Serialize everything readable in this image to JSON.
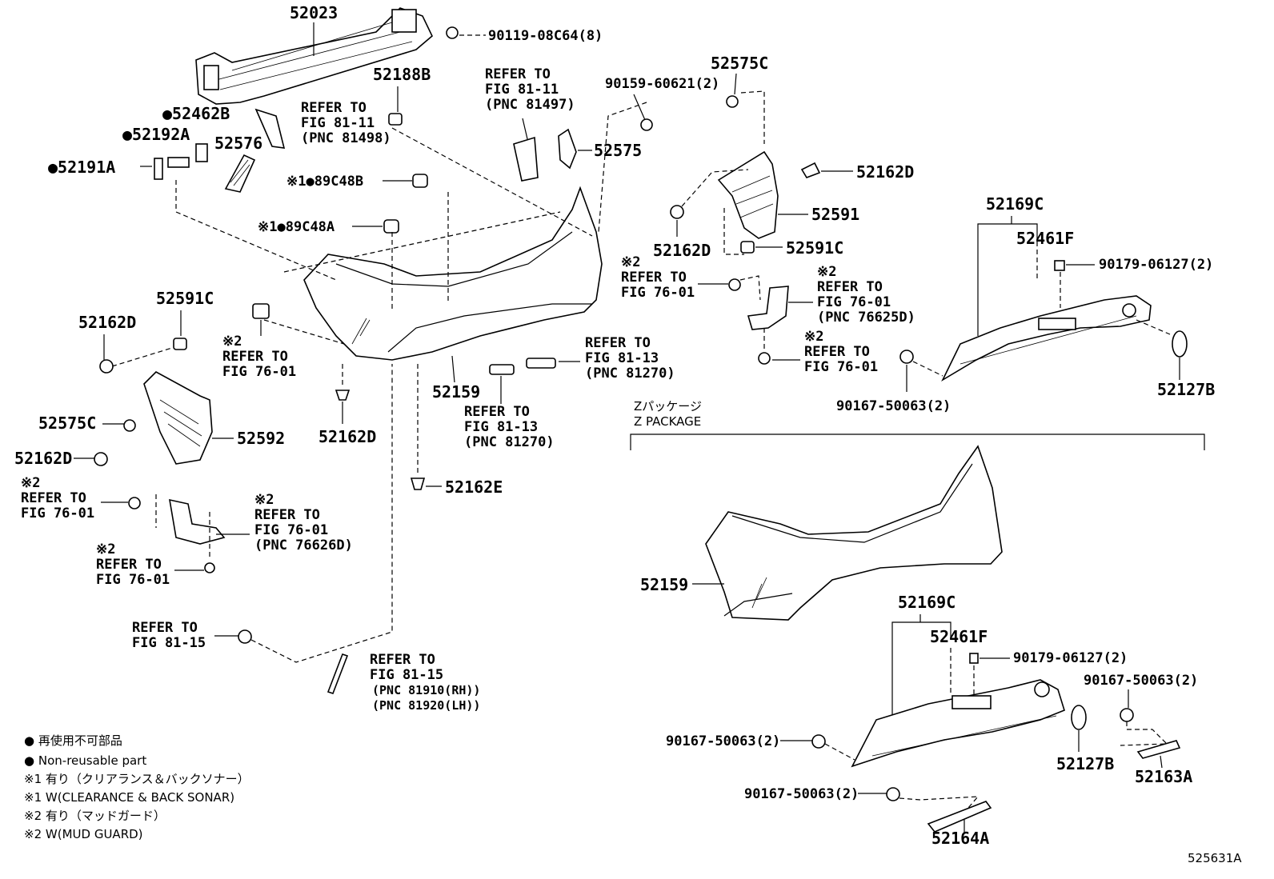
{
  "labels": {
    "p52023": "52023",
    "p90119": "90119-08C64(8)",
    "p52188B": "52188B",
    "p52462B": "52462B",
    "p52192A": "52192A",
    "p52191A": "52191A",
    "p52576": "52576",
    "ref_fig81_11_a": [
      "REFER TO",
      "FIG 81-11",
      "(PNC 81498)"
    ],
    "ref_fig81_11_b": [
      "REFER TO",
      "FIG 81-11",
      "(PNC 81497)"
    ],
    "p52575": "52575",
    "p90159": "90159-60621(2)",
    "p52575C_top": "52575C",
    "p89C48B": "89C48B",
    "p89C48A": "89C48A",
    "mark_x1": "※1",
    "p52162D_r1": "52162D",
    "p52591": "52591",
    "p52162D_r2": "52162D",
    "p52591C_r": "52591C",
    "ref_76_01_r1": [
      "REFER TO",
      "FIG 76-01"
    ],
    "ref_76_01_r2": [
      "REFER TO",
      "FIG 76-01",
      "(PNC 76625D)"
    ],
    "ref_76_01_r3": [
      "REFER TO",
      "FIG 76-01"
    ],
    "mark_x2": "※2",
    "p52169C_a": "52169C",
    "p52461F_a": "52461F",
    "p90179_a": "90179-06127(2)",
    "p52127B_a": "52127B",
    "p90167_a": "90167-50063(2)",
    "p52591C_l": "52591C",
    "p52162D_l1": "52162D",
    "ref_76_01_l1": [
      "REFER TO",
      "FIG 76-01"
    ],
    "p52162D_c": "52162D",
    "p52159_a": "52159",
    "ref_81_13_a": [
      "REFER TO",
      "FIG 81-13",
      "(PNC 81270)"
    ],
    "ref_81_13_b": [
      "REFER TO",
      "FIG 81-13",
      "(PNC 81270)"
    ],
    "p52575C_l": "52575C",
    "p52592": "52592",
    "p52162D_l2": "52162D",
    "p52162E": "52162E",
    "ref_76_01_l2": [
      "REFER TO",
      "FIG 76-01"
    ],
    "ref_76_01_l3": [
      "REFER TO",
      "FIG 76-01",
      "(PNC 76626D)"
    ],
    "ref_76_01_l4": [
      "REFER TO",
      "FIG 76-01"
    ],
    "ref_81_15_a": [
      "REFER TO",
      "FIG 81-15"
    ],
    "ref_81_15_b": [
      "REFER TO",
      "FIG 81-15",
      "(PNC 81910(RH))",
      "(PNC 81920(LH))"
    ],
    "zpkg_jp": "Zパッケージ",
    "zpkg_en": "Z PACKAGE",
    "p52159_b": "52159",
    "p52169C_b": "52169C",
    "p52461F_b": "52461F",
    "p90179_b": "90179-06127(2)",
    "p90167_b1": "90167-50063(2)",
    "p90167_b2": "90167-50063(2)",
    "p90167_b3": "90167-50063(2)",
    "p52127B_b": "52127B",
    "p52163A": "52163A",
    "p52164A": "52164A",
    "illustration_id": "525631A"
  },
  "legend": [
    {
      "bullet": "●",
      "text": "再使用不可部品"
    },
    {
      "bullet": "●",
      "text": "Non-reusable part"
    },
    {
      "bullet": "※1",
      "text": "有り（クリアランス＆バックソナー）"
    },
    {
      "bullet": "※1",
      "text": "W(CLEARANCE & BACK SONAR)"
    },
    {
      "bullet": "※2",
      "text": "有り（マッドガード）"
    },
    {
      "bullet": "※2",
      "text": "W(MUD GUARD)"
    }
  ]
}
